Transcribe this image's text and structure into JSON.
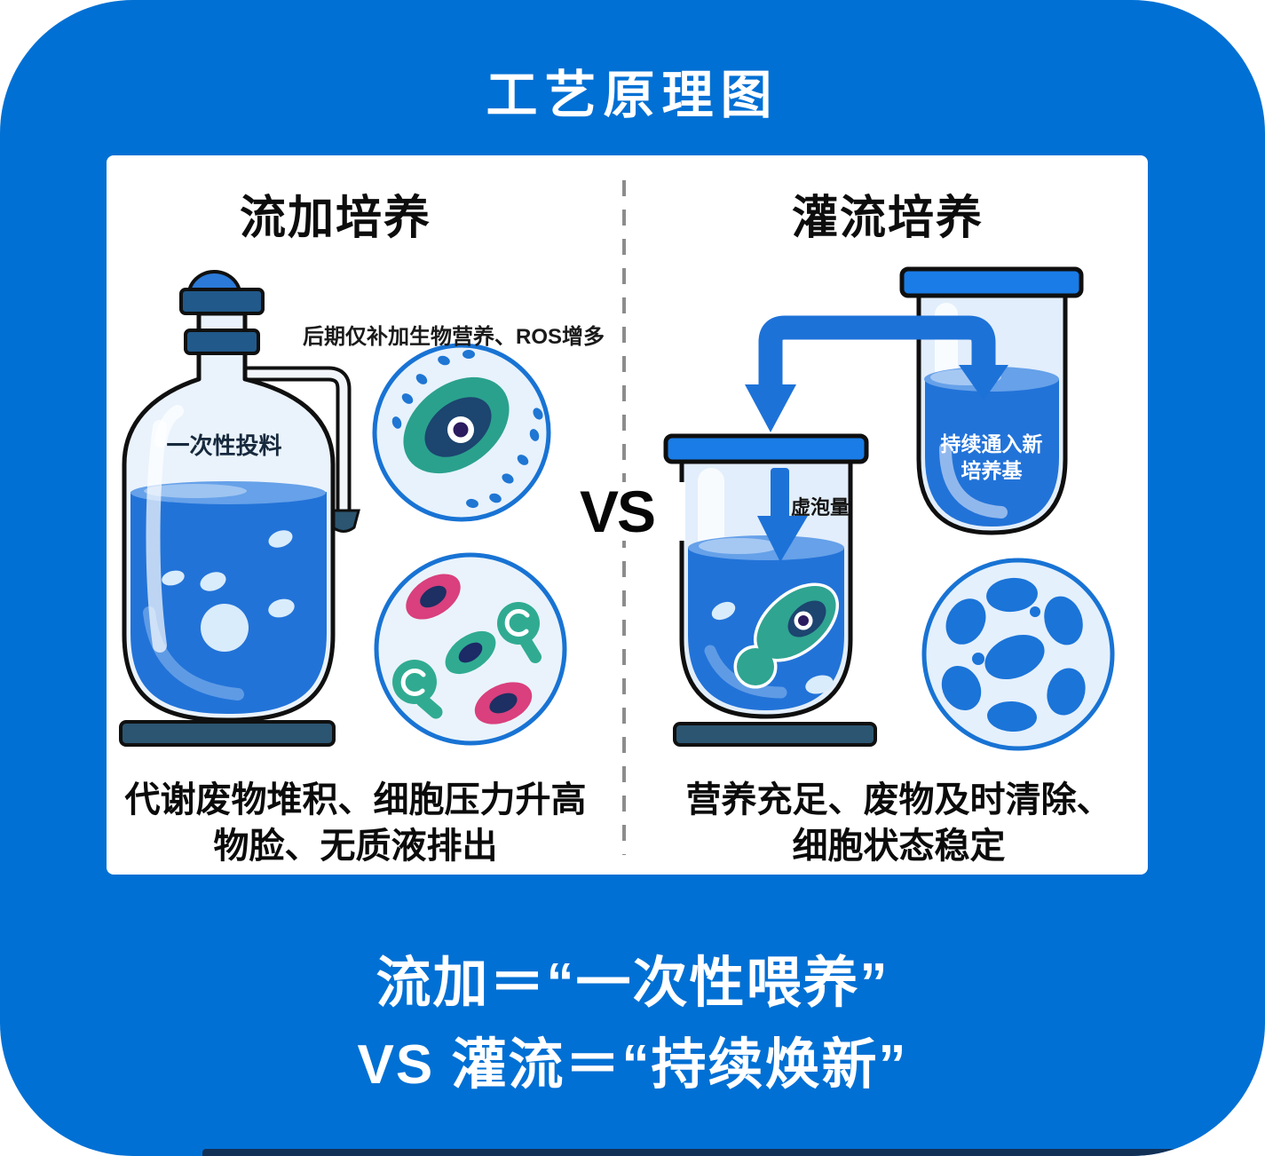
{
  "title": "工艺原理图",
  "comparison": {
    "left": {
      "heading": "流加培养",
      "annotation": "后期仅补加生物营养、ROS增多",
      "bottle_label": "一次性投料",
      "caption": [
        "代谢废物堆积、细胞压力升高",
        "物脸、无质液排出"
      ],
      "illustrations": [
        "feed-bottle-with-tube",
        "nutrient-cell-circle",
        "mixed-cells-circle"
      ]
    },
    "vs_label": "VS",
    "right": {
      "heading": "灌流培养",
      "reactor_label": "虚泡量",
      "media_label": [
        "持续通入新",
        "培养基"
      ],
      "caption": [
        "营养充足、废物及时清除、",
        "细胞状态稳定"
      ],
      "illustrations": [
        "perfusion-bioreactor",
        "media-vessel",
        "flow-pipe-arrows",
        "healthy-cells-circle"
      ]
    }
  },
  "footer": {
    "line1": "流加＝“一次性喂养”",
    "line2": "VS 灌流＝“持续焕新”"
  },
  "colors": {
    "card-bg": "#0170d4",
    "panel-bg": "#ffffff",
    "ink": "#0d0d0d",
    "white-text": "#ffffff",
    "liquid-blue": "#2273d8",
    "pipe-blue": "#1d72d8",
    "lid-blue": "#1a7ce6",
    "dark-navy-base": "#2b5570",
    "teal-cell": "#2fa491",
    "pink-cell": "#d9407d",
    "navy-nucleus": "#1c4570",
    "cell-circle-border": "#1873d4",
    "divider-gray": "#8c8c8c"
  }
}
